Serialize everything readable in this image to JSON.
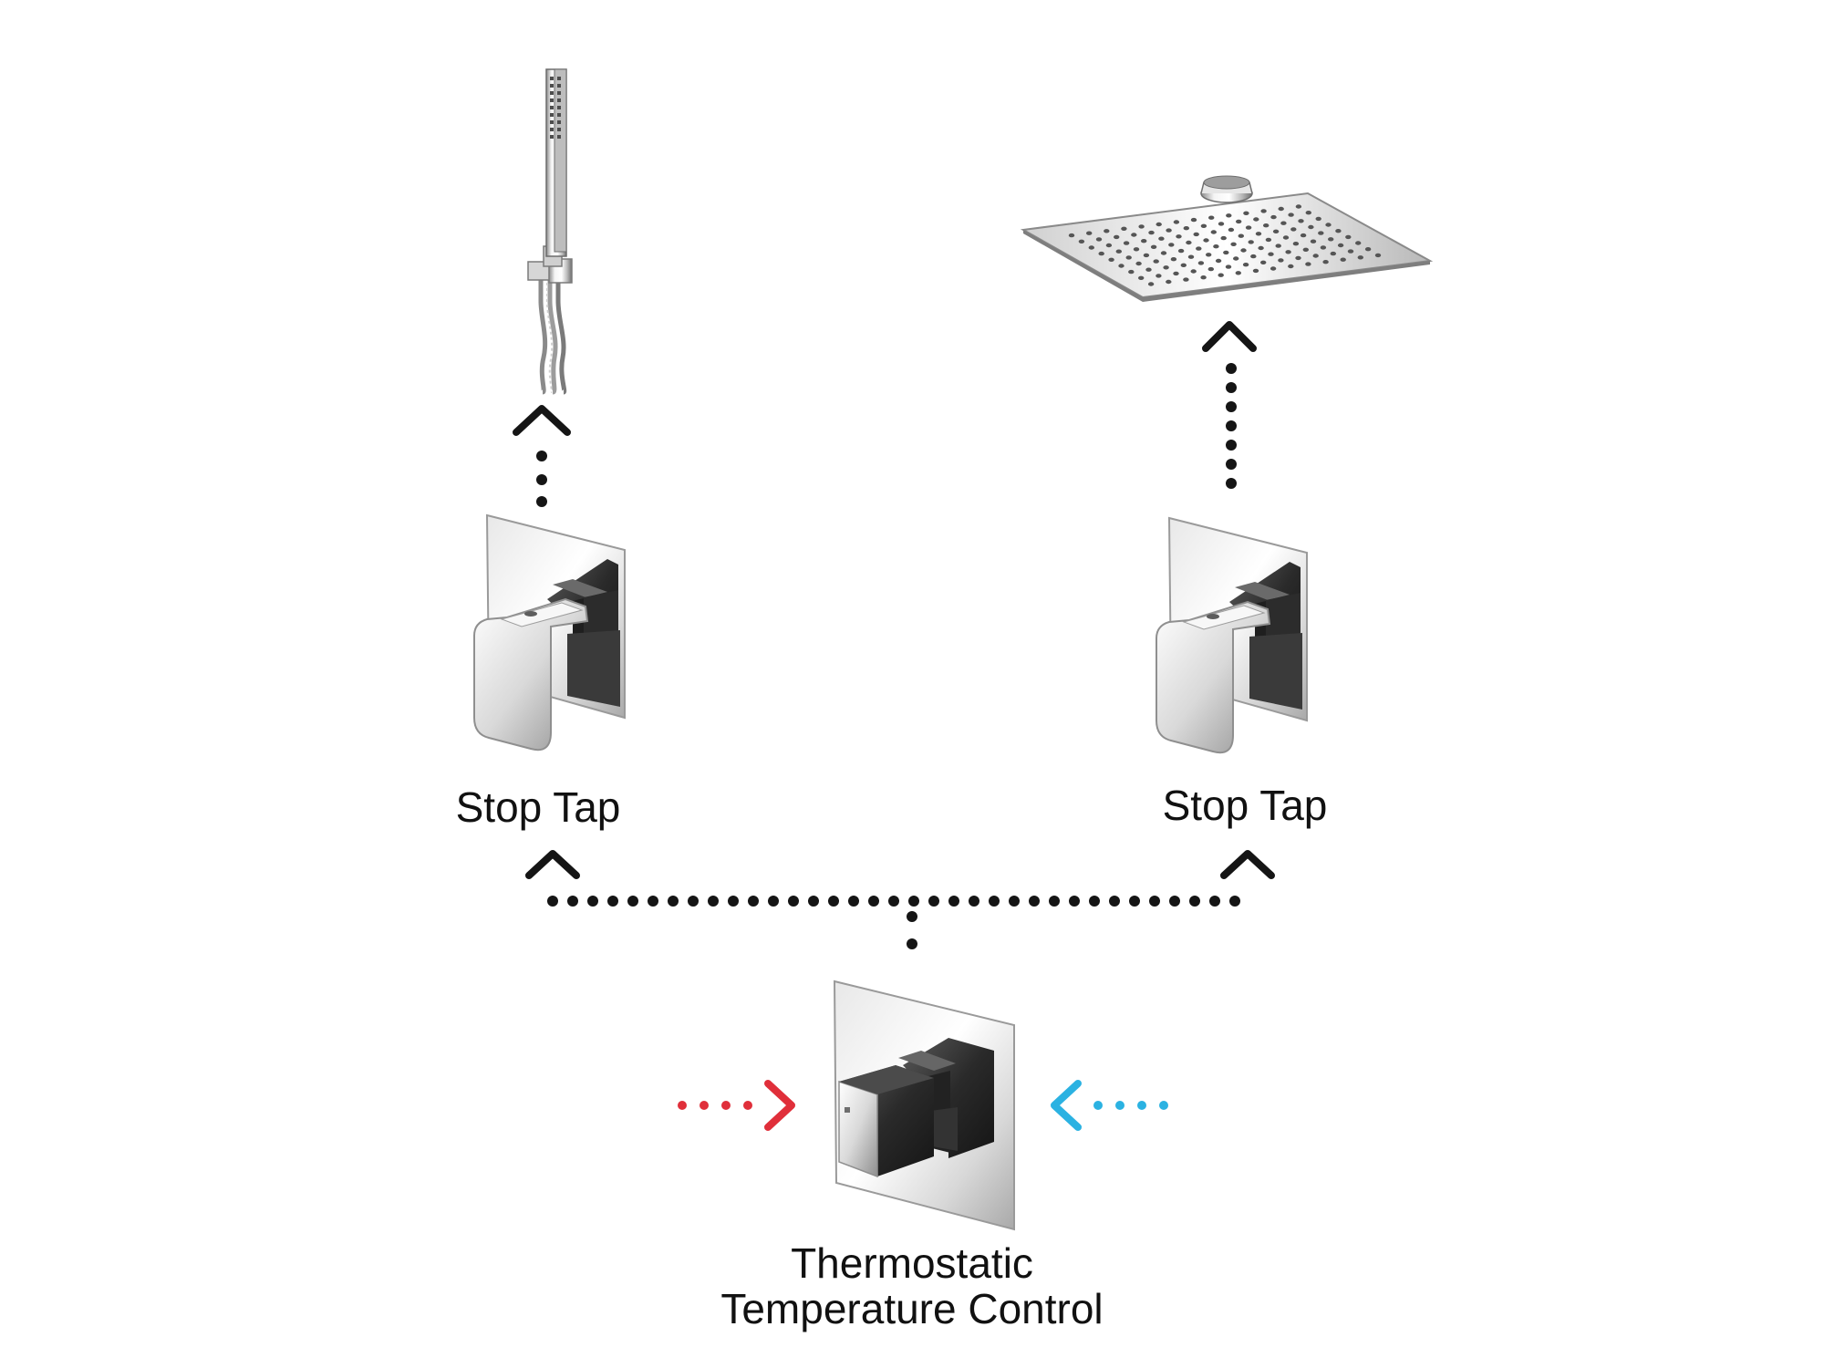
{
  "labels": {
    "left_stop_tap": "Stop Tap",
    "right_stop_tap": "Stop Tap",
    "thermostatic_line1": "Thermostatic",
    "thermostatic_line2": "Temperature Control"
  },
  "colors": {
    "dots": "#151515",
    "hot": "#e02f3a",
    "cold": "#2bb2e2",
    "chrome_light": "#f2f2f2",
    "chrome_mid": "#bfbfbf",
    "chrome_dark": "#3a3a3a"
  },
  "icons": {
    "hand_shower": "hand-shower-icon",
    "rain_shower": "rain-shower-head-icon",
    "stop_tap": "stop-tap-valve-icon",
    "thermostatic": "thermostatic-valve-icon"
  }
}
